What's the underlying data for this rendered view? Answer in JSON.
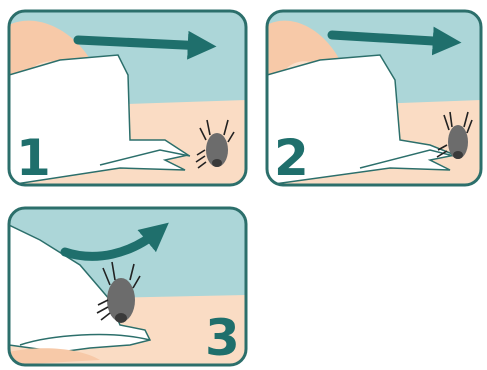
{
  "panels": [
    {
      "id": "step-1",
      "number": "1",
      "arrow": "straight-right-arrow"
    },
    {
      "id": "step-2",
      "number": "2",
      "arrow": "straight-right-arrow"
    },
    {
      "id": "step-3",
      "number": "3",
      "arrow": "curved-up-arrow"
    }
  ],
  "colors": {
    "border": "#2c6f6b",
    "sky": "#acd6d8",
    "skin": "#fadcc4",
    "finger": "#f7c9a8",
    "card": "#ffffff",
    "tick": "#6c6c6c",
    "arrow": "#1f6f6c"
  }
}
